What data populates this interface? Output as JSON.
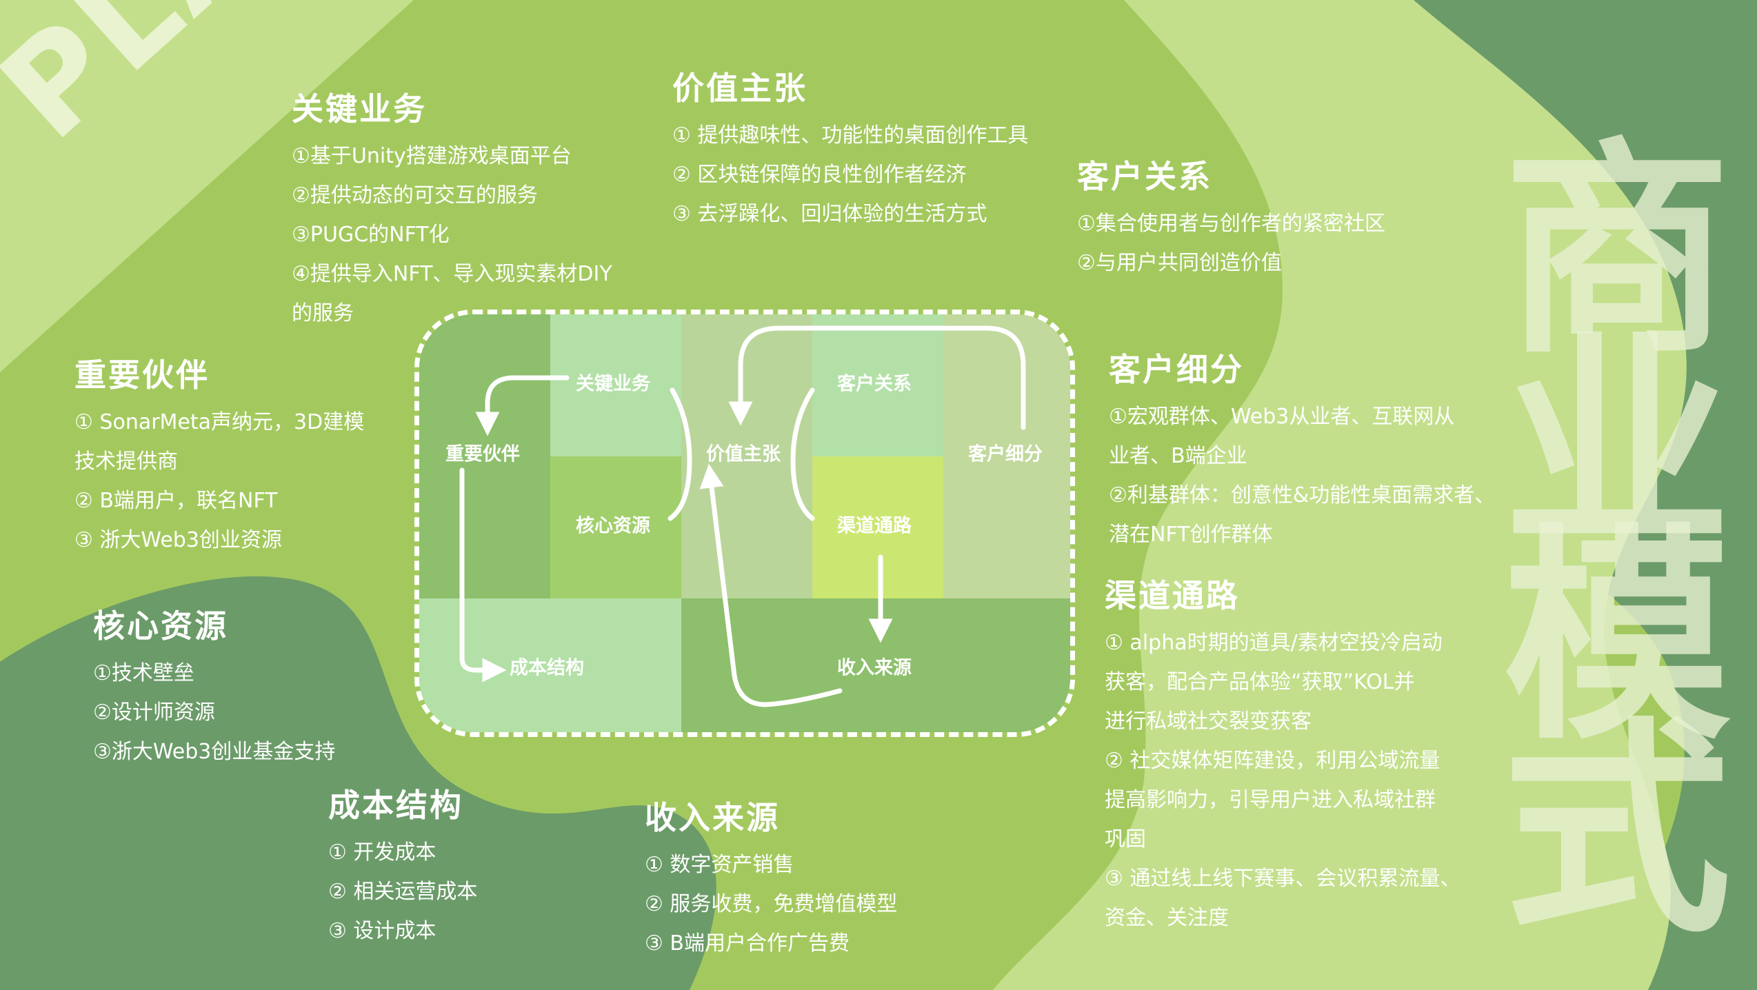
{
  "watermark": "PLANET",
  "main_title": [
    "商",
    "业",
    "模",
    "式"
  ],
  "sections": {
    "key_activities": {
      "title": "关键业务",
      "items": [
        "①基于Unity搭建游戏桌面平台",
        "②提供动态的可交互的服务",
        "③PUGC的NFT化",
        "④提供导入NFT、导入现实素材DIY",
        "的服务"
      ]
    },
    "value_proposition": {
      "title": "价值主张",
      "items": [
        "① 提供趣味性、功能性的桌面创作工具",
        "② 区块链保障的良性创作者经济",
        "③ 去浮躁化、回归体验的生活方式"
      ]
    },
    "customer_relationships": {
      "title": "客户关系",
      "items": [
        "①集合使用者与创作者的紧密社区",
        "②与用户共同创造价值"
      ]
    },
    "key_partners": {
      "title": "重要伙伴",
      "items": [
        "① SonarMeta声纳元，3D建模",
        "技术提供商",
        "② B端用户，联名NFT",
        "③ 浙大Web3创业资源"
      ]
    },
    "customer_segments": {
      "title": "客户细分",
      "items": [
        "①宏观群体、Web3从业者、互联网从",
        "业者、B端企业",
        "②利基群体：创意性&功能性桌面需求者、",
        "潜在NFT创作群体"
      ]
    },
    "key_resources": {
      "title": "核心资源",
      "items": [
        "①技术壁垒",
        "②设计师资源",
        "③浙大Web3创业基金支持"
      ]
    },
    "channels": {
      "title": "渠道通路",
      "items": [
        "① alpha时期的道具/素材空投冷启动",
        "获客，配合产品体验“获取”KOL并",
        "进行私域社交裂变获客",
        "② 社交媒体矩阵建设，利用公域流量",
        "提高影响力，引导用户进入私域社群",
        "巩固",
        "③ 通过线上线下赛事、会议积累流量、",
        "资金、关注度"
      ]
    },
    "cost_structure": {
      "title": "成本结构",
      "items": [
        "① 开发成本",
        "② 相关运营成本",
        "③ 设计成本"
      ]
    },
    "revenue_streams": {
      "title": "收入来源",
      "items": [
        "① 数字资产销售",
        "② 服务收费，免费增值模型",
        "③ B端用户合作广告费"
      ]
    }
  },
  "canvas": {
    "key_activities": "关键业务",
    "key_partners": "重要伙伴",
    "value_proposition": "价值主张",
    "customer_relationships": "客户关系",
    "customer_segments": "客户细分",
    "key_resources": "核心资源",
    "channels": "渠道通路",
    "cost_structure": "成本结构",
    "revenue_streams": "收入来源"
  },
  "colors": {
    "base_green": "#a3c95e",
    "dark_green": "#6b9b69",
    "light_green": "#c3df8b",
    "pale_green": "#c7e49c",
    "text": "#ffffff"
  }
}
